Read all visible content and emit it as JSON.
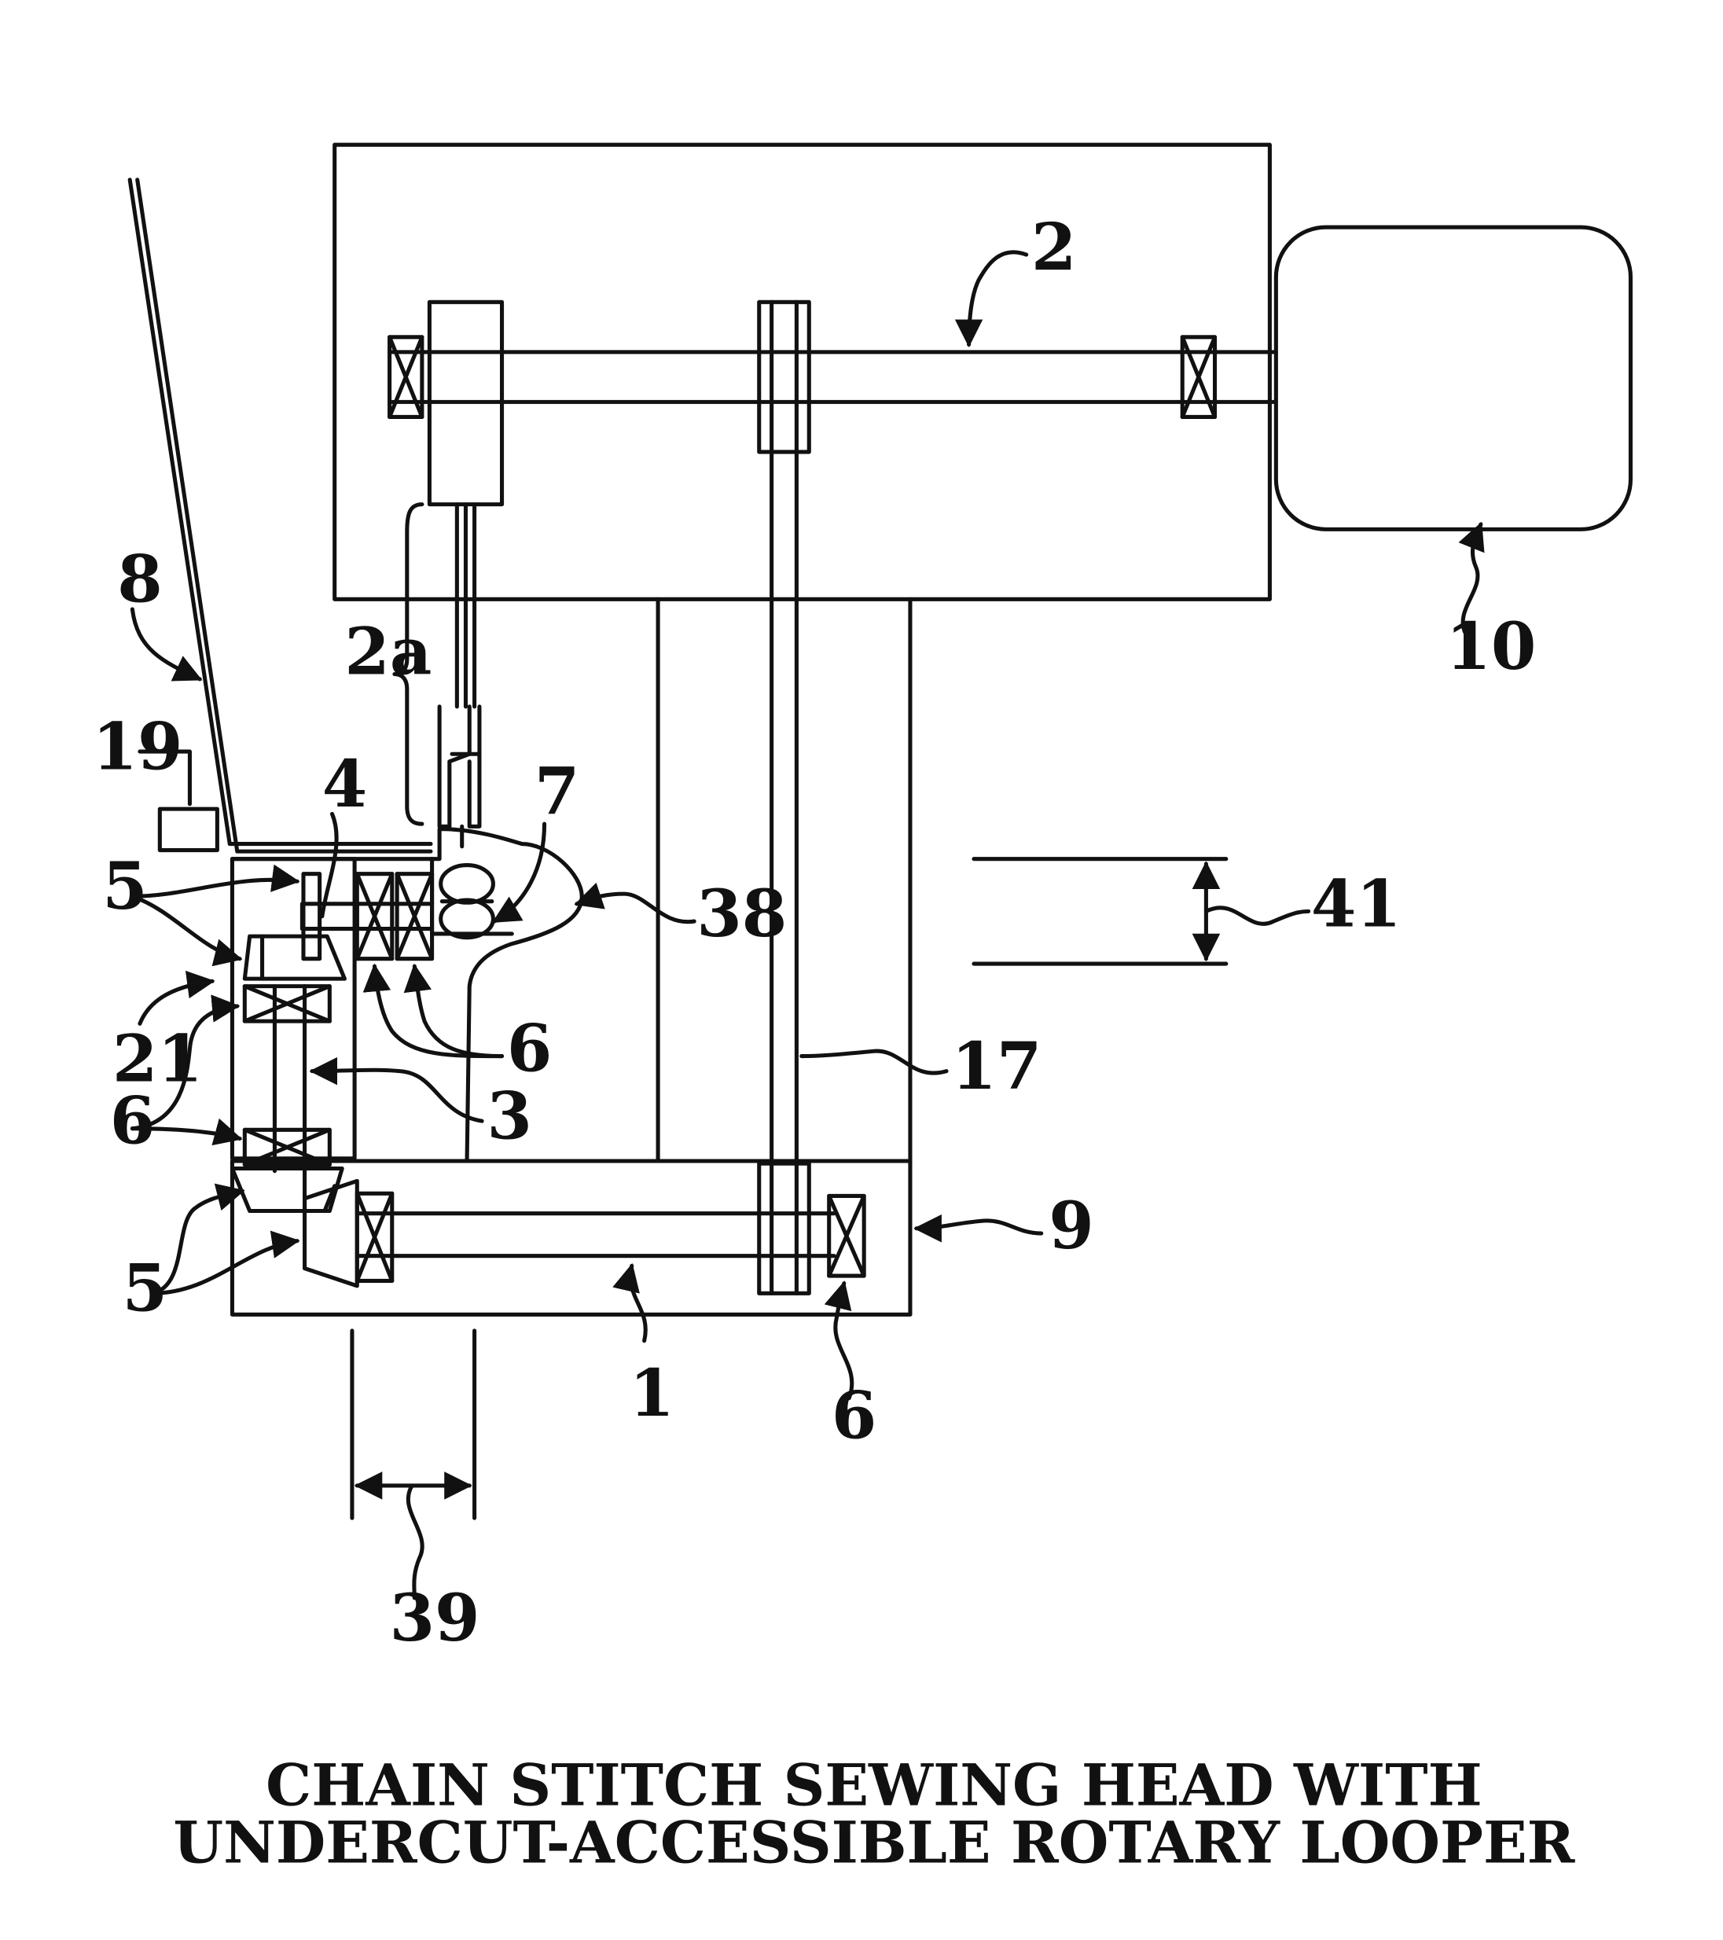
{
  "labels": {
    "l2": "2",
    "l2a": "2a",
    "l10": "10",
    "l8": "8",
    "l19": "19",
    "l4": "4",
    "l7": "7",
    "l38": "38",
    "l41": "41",
    "l5a": "5",
    "l21": "21",
    "l6a": "6",
    "l6b": "6",
    "l3": "3",
    "l17": "17",
    "l9": "9",
    "l5b": "5",
    "l1": "1",
    "l6c": "6",
    "l39": "39"
  },
  "caption": {
    "line1": "CHAIN STITCH SEWING HEAD WITH",
    "line2": "UNDERCUT-ACCESSIBLE ROTARY LOOPER"
  }
}
